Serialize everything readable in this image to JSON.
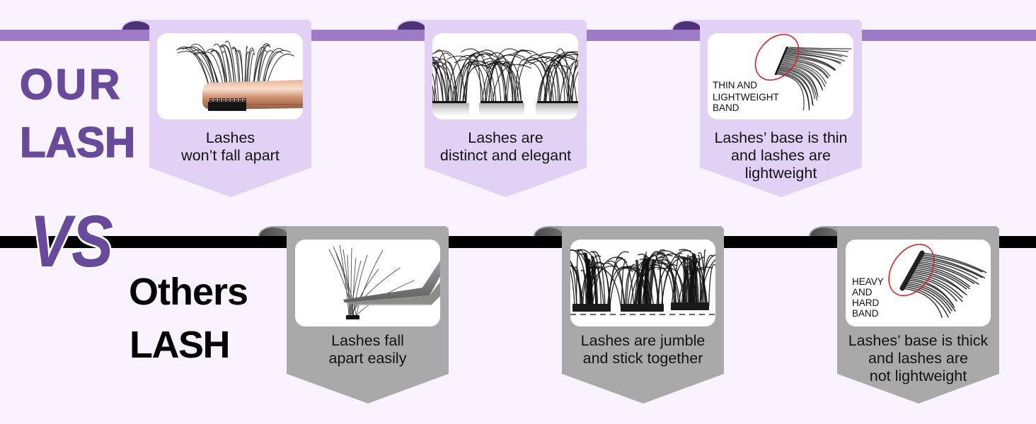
{
  "colors": {
    "background": "#f8f3fe",
    "top_line": "#9e7bc6",
    "banner_light": "#e1d1f5",
    "curl_dark": "#4e3278",
    "heading_purple": "#674a9b",
    "banner_gray": "#a9a9a9",
    "curl_gray": "#5c5c5c",
    "black_line": "#000000",
    "highlight_red": "#d3262b"
  },
  "our_lash": {
    "title": [
      "OUR",
      "LASH"
    ]
  },
  "vs_label": "VS",
  "others_lash": {
    "title": [
      "Others",
      "LASH"
    ]
  },
  "our_features": [
    {
      "image": "lash-cluster-on-rose-gold-tweezer",
      "caption": [
        "Lashes",
        "won’t fall apart"
      ]
    },
    {
      "image": "three-distinct-lash-clusters",
      "caption": [
        "Lashes are",
        "distinct and elegant"
      ]
    },
    {
      "image": "thin-band-lash-closeup",
      "image_label": [
        "THIN AND",
        "LIGHTWEIGHT",
        "BAND"
      ],
      "caption": [
        "Lashes’ base is thin",
        "and lashes are",
        "lightweight"
      ]
    }
  ],
  "others_features": [
    {
      "image": "loose-lash-cluster-on-tweezer",
      "caption": [
        "Lashes fall",
        "apart easily"
      ]
    },
    {
      "image": "jumbled-lash-clusters",
      "caption": [
        "Lashes are jumble",
        "and stick together"
      ]
    },
    {
      "image": "thick-band-lash-closeup",
      "image_label": [
        "HEAVY",
        "AND",
        "HARD",
        "BAND"
      ],
      "caption": [
        "Lashes’ base is thick",
        "and lashes are",
        "not lightweight"
      ]
    }
  ]
}
